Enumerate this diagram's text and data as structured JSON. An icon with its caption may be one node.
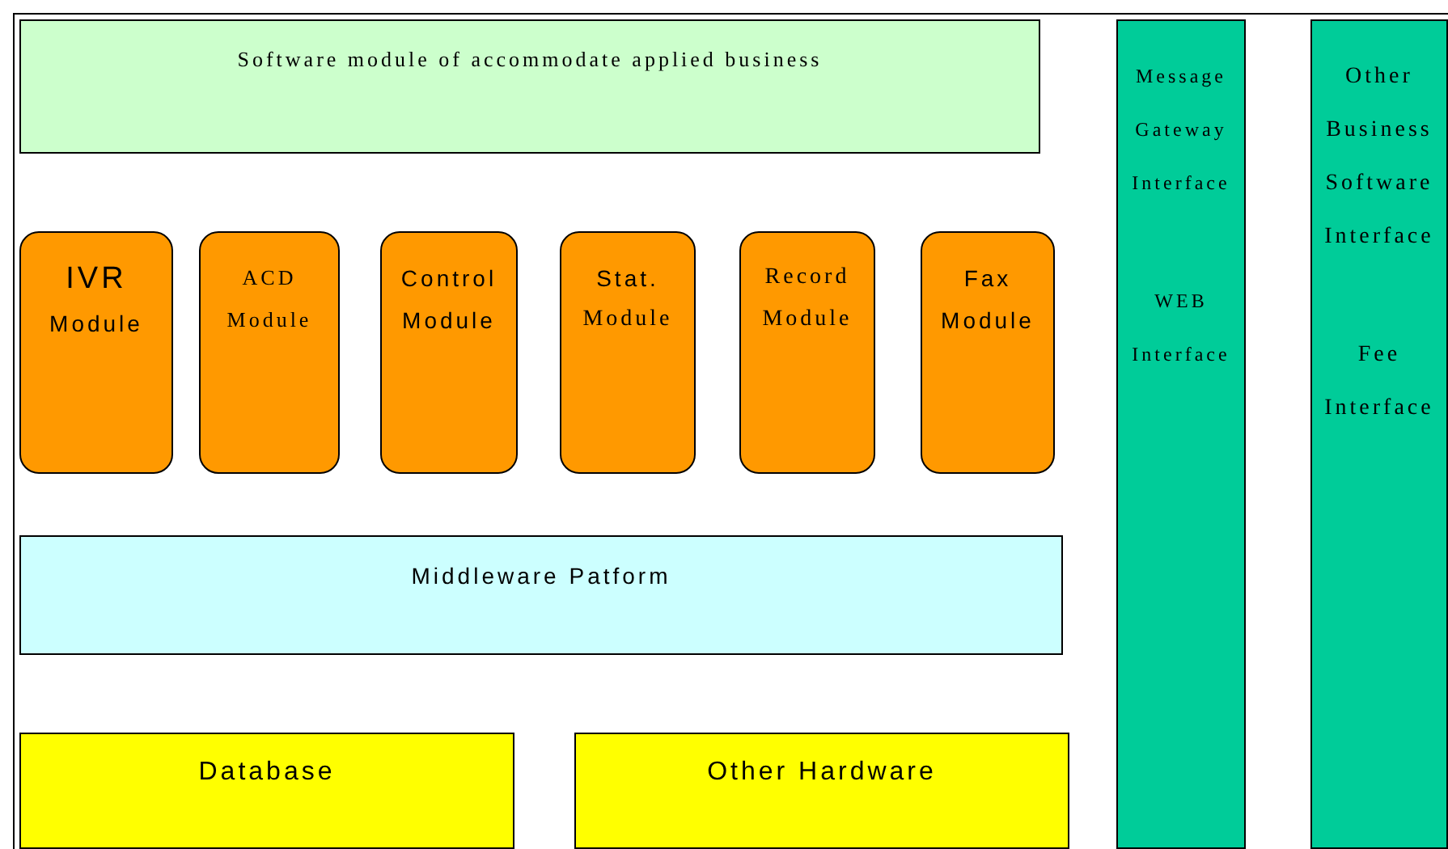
{
  "diagram": {
    "nodes": [
      {
        "text": [
          "Software module of accommodate applied business"
        ]
      },
      {
        "text": [
          "IVR",
          "Module"
        ]
      },
      {
        "text": [
          "ACD",
          "Module"
        ]
      },
      {
        "text": [
          "Control",
          "Module"
        ]
      },
      {
        "text": [
          "Stat.",
          "Module"
        ]
      },
      {
        "text": [
          "Record",
          "Module"
        ]
      },
      {
        "text": [
          "Fax",
          "Module"
        ]
      },
      {
        "text": [
          "Middleware Patform"
        ]
      },
      {
        "text": [
          "Database"
        ]
      },
      {
        "text": [
          "Other Hardware"
        ]
      },
      {
        "text": [
          "Message Gateway Interface",
          "WEB Interface"
        ]
      },
      {
        "text": [
          "Other Business Software Interface",
          "Fee Interface"
        ]
      }
    ]
  }
}
